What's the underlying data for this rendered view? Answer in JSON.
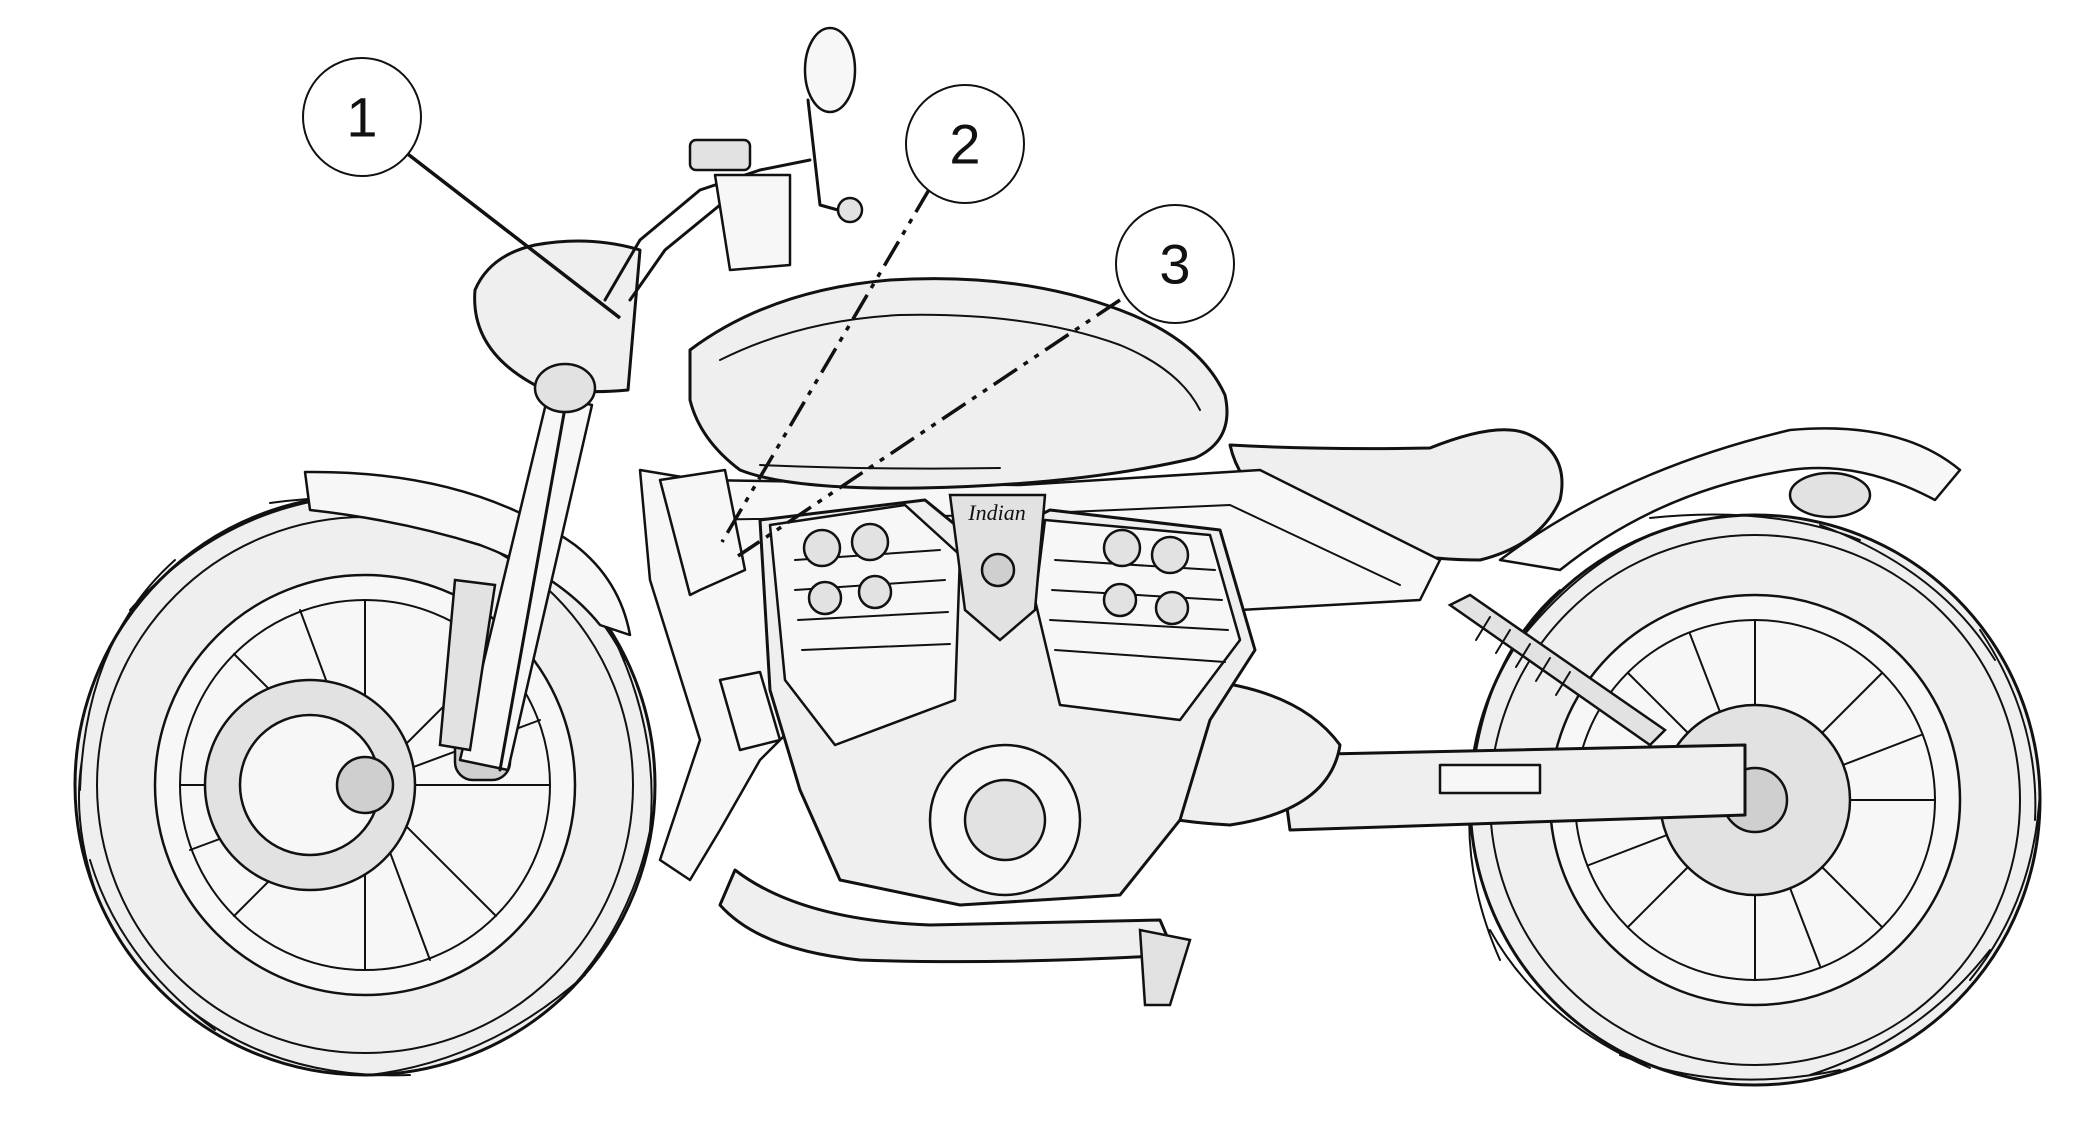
{
  "callouts": [
    {
      "label": "1",
      "leader_style": "solid"
    },
    {
      "label": "2",
      "leader_style": "dash-dot"
    },
    {
      "label": "3",
      "leader_style": "dash-dot"
    }
  ],
  "logo_text": "Indian",
  "colors": {
    "ink": "#111111",
    "background": "#ffffff",
    "body_shading": "#efefef"
  }
}
